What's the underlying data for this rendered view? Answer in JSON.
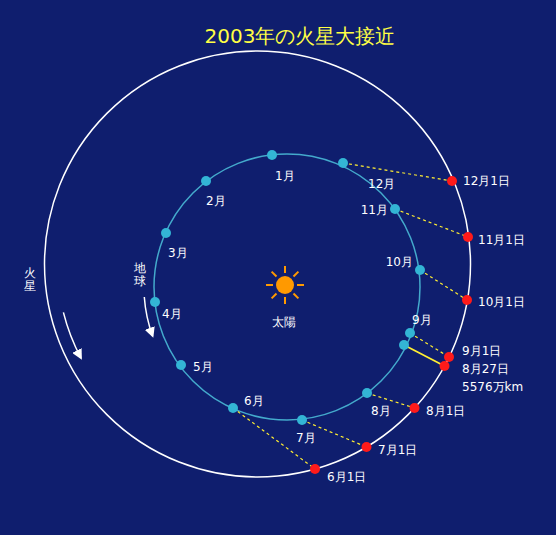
{
  "diagram": {
    "title": "2003年の火星大接近",
    "labels": [
      "火星",
      "地球",
      "1月",
      "2月",
      "3月",
      "4月",
      "5月",
      "6月",
      "7月",
      "8月",
      "9月",
      "10月",
      "11月",
      "12月",
      "太陽",
      "12月1日",
      "11月1日",
      "10月1日",
      "9月1日",
      "8月27日",
      "5576万km",
      "8月1日",
      "7月1日",
      "6月1日"
    ]
  }
}
